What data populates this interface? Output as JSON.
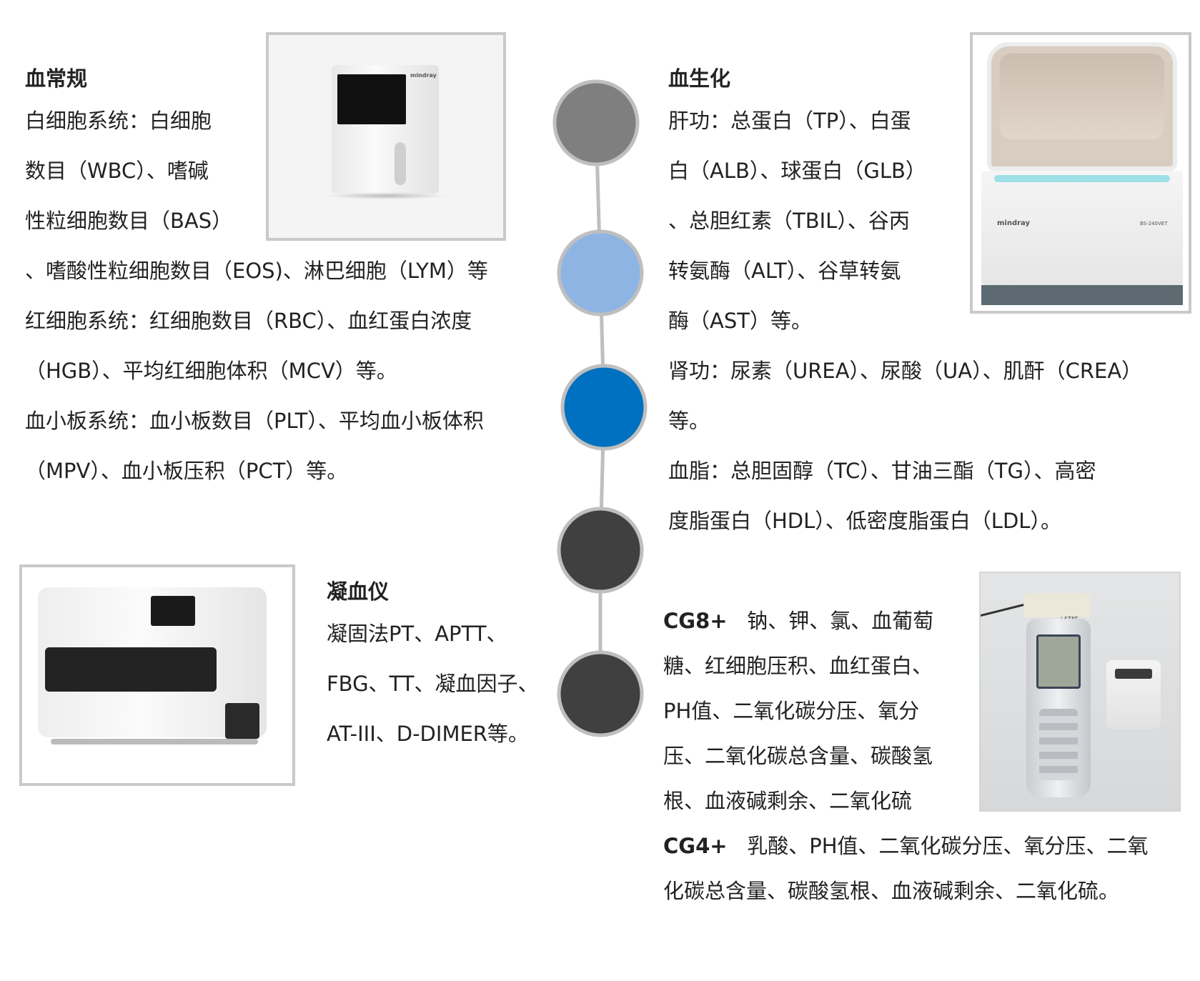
{
  "hematology": {
    "title": "血常规",
    "lines": [
      "白细胞系统：白细胞",
      "数目（WBC）、嗜碱",
      "性粒细胞数目（BAS）",
      "、嗜酸性粒细胞数目（EOS)、淋巴细胞（LYM）等",
      "红细胞系统：红细胞数目（RBC）、血红蛋白浓度",
      "（HGB）、平均红细胞体积（MCV）等。",
      "血小板系统：血小板数目（PLT）、平均血小板体积",
      "（MPV）、血小板压积（PCT）等。"
    ],
    "device_brand": "mindray"
  },
  "biochemistry": {
    "title": "血生化",
    "lines": [
      "肝功：总蛋白（TP）、白蛋",
      "白（ALB）、球蛋白（GLB）",
      "、总胆红素（TBIL）、谷丙",
      "转氨酶（ALT）、谷草转氨",
      "酶（AST）等。",
      "肾功：尿素（UREA）、尿酸（UA）、肌酐（CREA）",
      "等。",
      "血脂：总胆固醇（TC）、甘油三酯（TG）、高密",
      "度脂蛋白（HDL）、低密度脂蛋白（LDL）。"
    ],
    "device_brand": "mindray",
    "device_model": "BS-240VET"
  },
  "coagulation": {
    "title": "凝血仪",
    "lines": [
      "凝固法PT、APTT、",
      "FBG、TT、凝血因子、",
      "AT-III、D-DIMER等。"
    ]
  },
  "blood_gas": {
    "cg8": {
      "label": "CG8+",
      "lines": [
        "钠、钾、氯、血葡萄",
        "糖、红细胞压积、血红蛋白、",
        "PH值、二氧化碳分压、氧分",
        "压、二氧化碳总含量、碳酸氢",
        "根、血液碱剩余、二氧化硫"
      ]
    },
    "cg4": {
      "label": "CG4+",
      "lines": [
        "乳酸、PH值、二氧化碳分压、氧分压、二氧",
        "化碳总含量、碳酸氢根、血液碱剩余、二氧化硫。"
      ]
    },
    "device_brand": "i-STAT"
  },
  "timeline": {
    "dots": [
      {
        "color": "#7f7f7f"
      },
      {
        "color": "#8eb4e3"
      },
      {
        "color": "#0070c0"
      },
      {
        "color": "#404040"
      },
      {
        "color": "#404040"
      }
    ],
    "connector_color": "#bfbfbf",
    "ring_color": "#bfbfbf"
  }
}
